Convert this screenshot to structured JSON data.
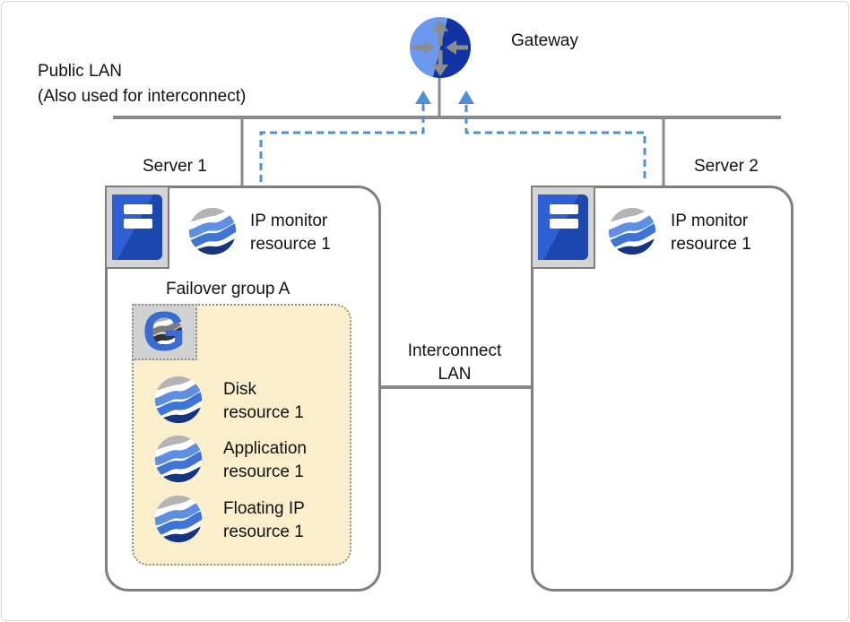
{
  "colors": {
    "line_gray": "#8a8a8a",
    "box_border_gray": "#7f7f7f",
    "dashed_blue": "#4e90d4",
    "group_box_fill": "#faeecb",
    "icon_tile_fill": "#d4d4d4",
    "server_icon_blue": "#1d4fc0",
    "gateway_light_blue": "#6b99f0",
    "gateway_dark_blue": "#1233a3",
    "globe_navy": "#16357f"
  },
  "gateway": {
    "label": "Gateway",
    "icon": "router-icon"
  },
  "public_lan": {
    "line1": "Public LAN",
    "line2": "(Also used for interconnect)"
  },
  "interconnect_lan": {
    "line1": "Interconnect",
    "line2": "LAN"
  },
  "server1": {
    "label": "Server 1",
    "icon": "server-icon",
    "ip_monitor": {
      "icon": "globe-icon",
      "line1": "IP monitor",
      "line2": "resource 1"
    },
    "failover_group": {
      "label": "Failover group A",
      "icon": "failover-group-g-icon",
      "resources": [
        {
          "icon": "globe-icon",
          "line1": "Disk",
          "line2": "resource 1"
        },
        {
          "icon": "globe-icon",
          "line1": "Application",
          "line2": "resource 1"
        },
        {
          "icon": "globe-icon",
          "line1": "Floating IP",
          "line2": "resource 1"
        }
      ]
    }
  },
  "server2": {
    "label": "Server 2",
    "icon": "server-icon",
    "ip_monitor": {
      "icon": "globe-icon",
      "line1": "IP monitor",
      "line2": "resource 1"
    }
  }
}
